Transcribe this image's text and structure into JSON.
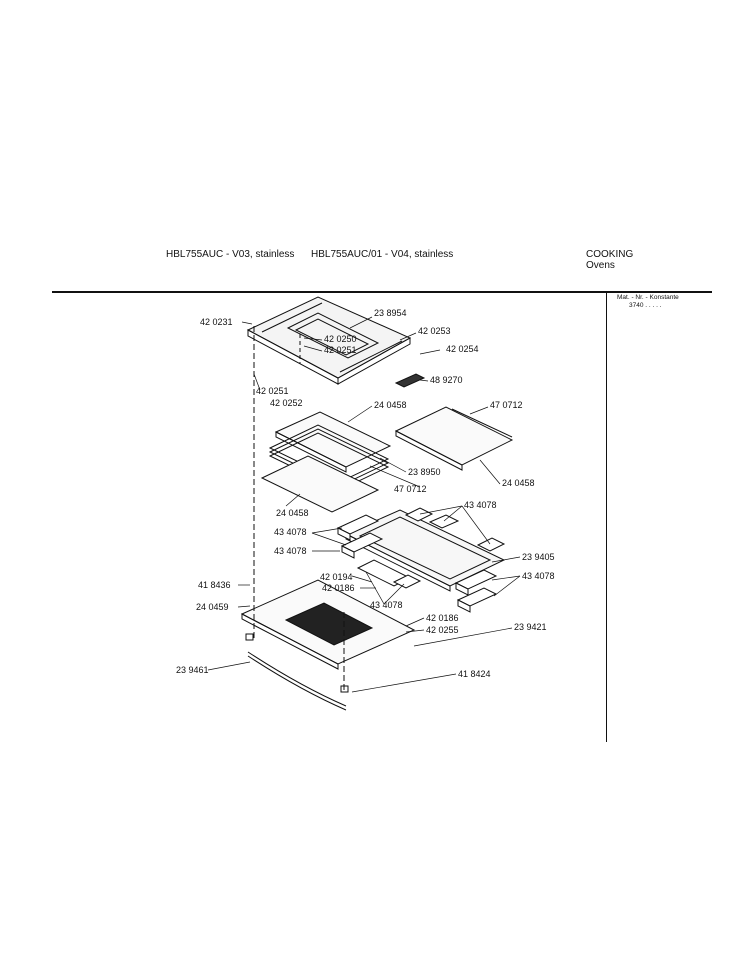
{
  "header": {
    "model_1": "HBL755AUC - V03, stainless",
    "model_2": "HBL755AUC/01 - V04, stainless",
    "category": "COOKING",
    "subcategory": "Ovens"
  },
  "side_note": {
    "heading": "Mat. - Nr. - Konstante",
    "value": "3740 . . . . ."
  },
  "part_labels": [
    "42 0231",
    "23 8954",
    "42 0253",
    "42 0250",
    "42 0251",
    "42 0254",
    "48 9270",
    "42 0251",
    "42 0252",
    "24 0458",
    "47 0712",
    "23 8950",
    "24 0458",
    "47 0712",
    "24 0458",
    "43 4078",
    "43 4078",
    "43 4078",
    "23 9405",
    "42 0194",
    "42 0186",
    "43 4078",
    "41 8436",
    "43 4078",
    "24 0459",
    "42 0186",
    "42 0255",
    "23 9421",
    "23 9461",
    "41 8424"
  ]
}
